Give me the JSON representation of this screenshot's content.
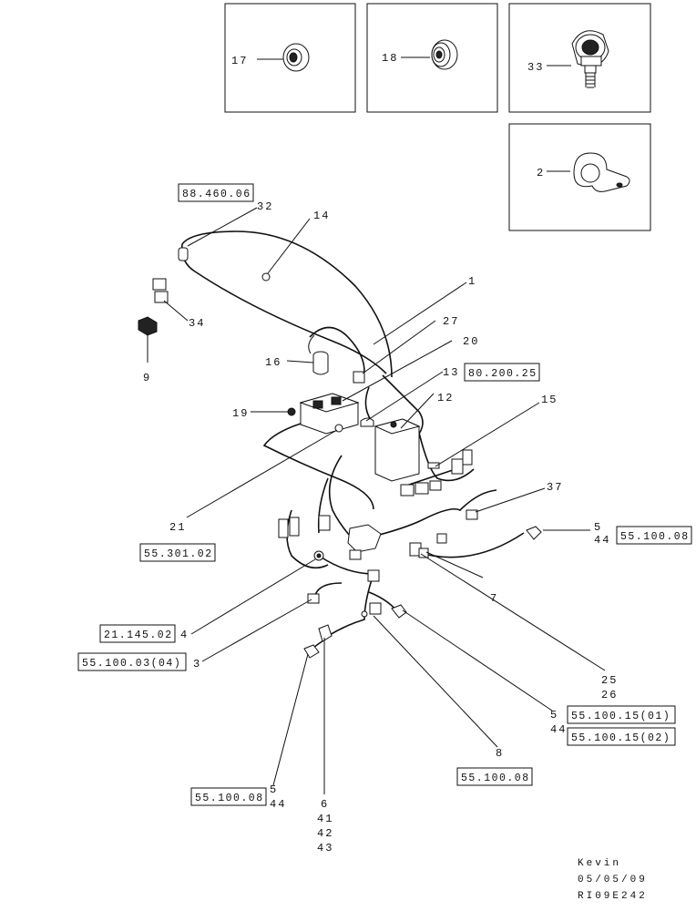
{
  "callouts": {
    "c1": "1",
    "c2": "2",
    "c3": "3",
    "c4": "4",
    "c5a": "5",
    "c44a": "44",
    "c5b": "5",
    "c44b": "44",
    "c5c": "5",
    "c44c": "44",
    "c6": "6",
    "c41": "41",
    "c42": "42",
    "c43": "43",
    "c7": "7",
    "c8": "8",
    "c9": "9",
    "c12": "12",
    "c13": "13",
    "c14": "14",
    "c15": "15",
    "c16": "16",
    "c17": "17",
    "c18": "18",
    "c19": "19",
    "c20": "20",
    "c21": "21",
    "c25": "25",
    "c26": "26",
    "c27": "27",
    "c32": "32",
    "c33": "33",
    "c34": "34",
    "c37": "37"
  },
  "references": {
    "r_88_460_06": "88.460.06",
    "r_80_200_25": "80.200.25",
    "r_55_301_02": "55.301.02",
    "r_55_100_08_right": "55.100.08",
    "r_21_145_02": "21.145.02",
    "r_55_100_03_04": "55.100.03(04)",
    "r_55_100_15_01": "55.100.15(01)",
    "r_55_100_15_02": "55.100.15(02)",
    "r_55_100_08_mid": "55.100.08",
    "r_55_100_08_left": "55.100.08"
  },
  "footer": {
    "author": "Kevin",
    "date": "05/05/09",
    "code": "RI09E242"
  }
}
